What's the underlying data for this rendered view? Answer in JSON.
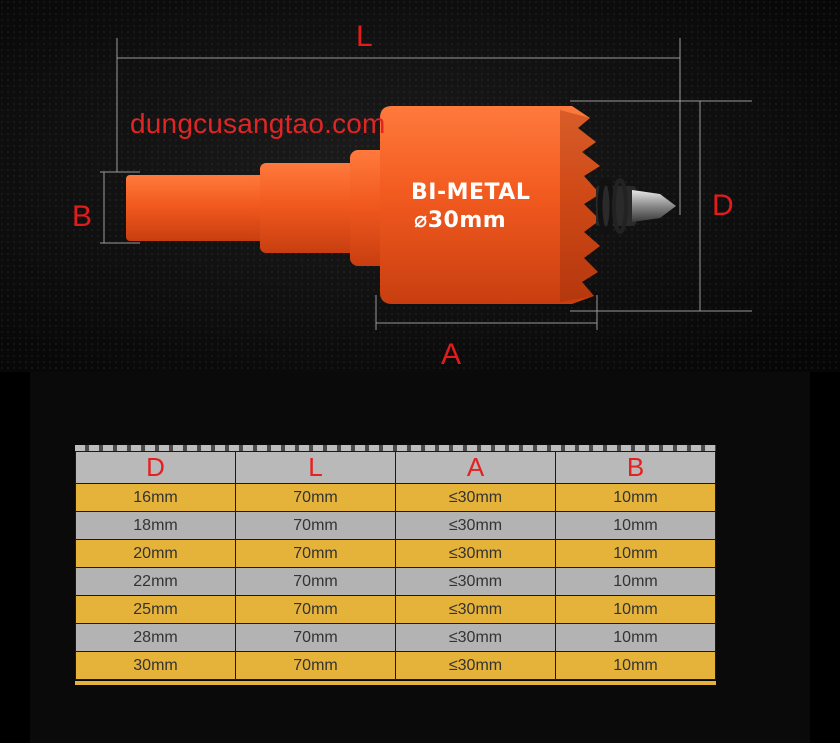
{
  "dimensions": {
    "length_label": "L",
    "shank_label": "B",
    "diameter_label": "D",
    "depth_label": "A"
  },
  "watermark": "dungcusangtao.com",
  "product": {
    "line1": "BI-METAL",
    "line2": "⌀30mm",
    "body_color": "#f25a1f"
  },
  "table": {
    "headers": [
      "D",
      "L",
      "A",
      "B"
    ],
    "rows": [
      [
        "16mm",
        "70mm",
        "≤30mm",
        "10mm"
      ],
      [
        "18mm",
        "70mm",
        "≤30mm",
        "10mm"
      ],
      [
        "20mm",
        "70mm",
        "≤30mm",
        "10mm"
      ],
      [
        "22mm",
        "70mm",
        "≤30mm",
        "10mm"
      ],
      [
        "25mm",
        "70mm",
        "≤30mm",
        "10mm"
      ],
      [
        "28mm",
        "70mm",
        "≤30mm",
        "10mm"
      ],
      [
        "30mm",
        "70mm",
        "≤30mm",
        "10mm"
      ]
    ],
    "row_colors": {
      "odd": "#e5b23a",
      "even": "#b3b3b3"
    }
  }
}
